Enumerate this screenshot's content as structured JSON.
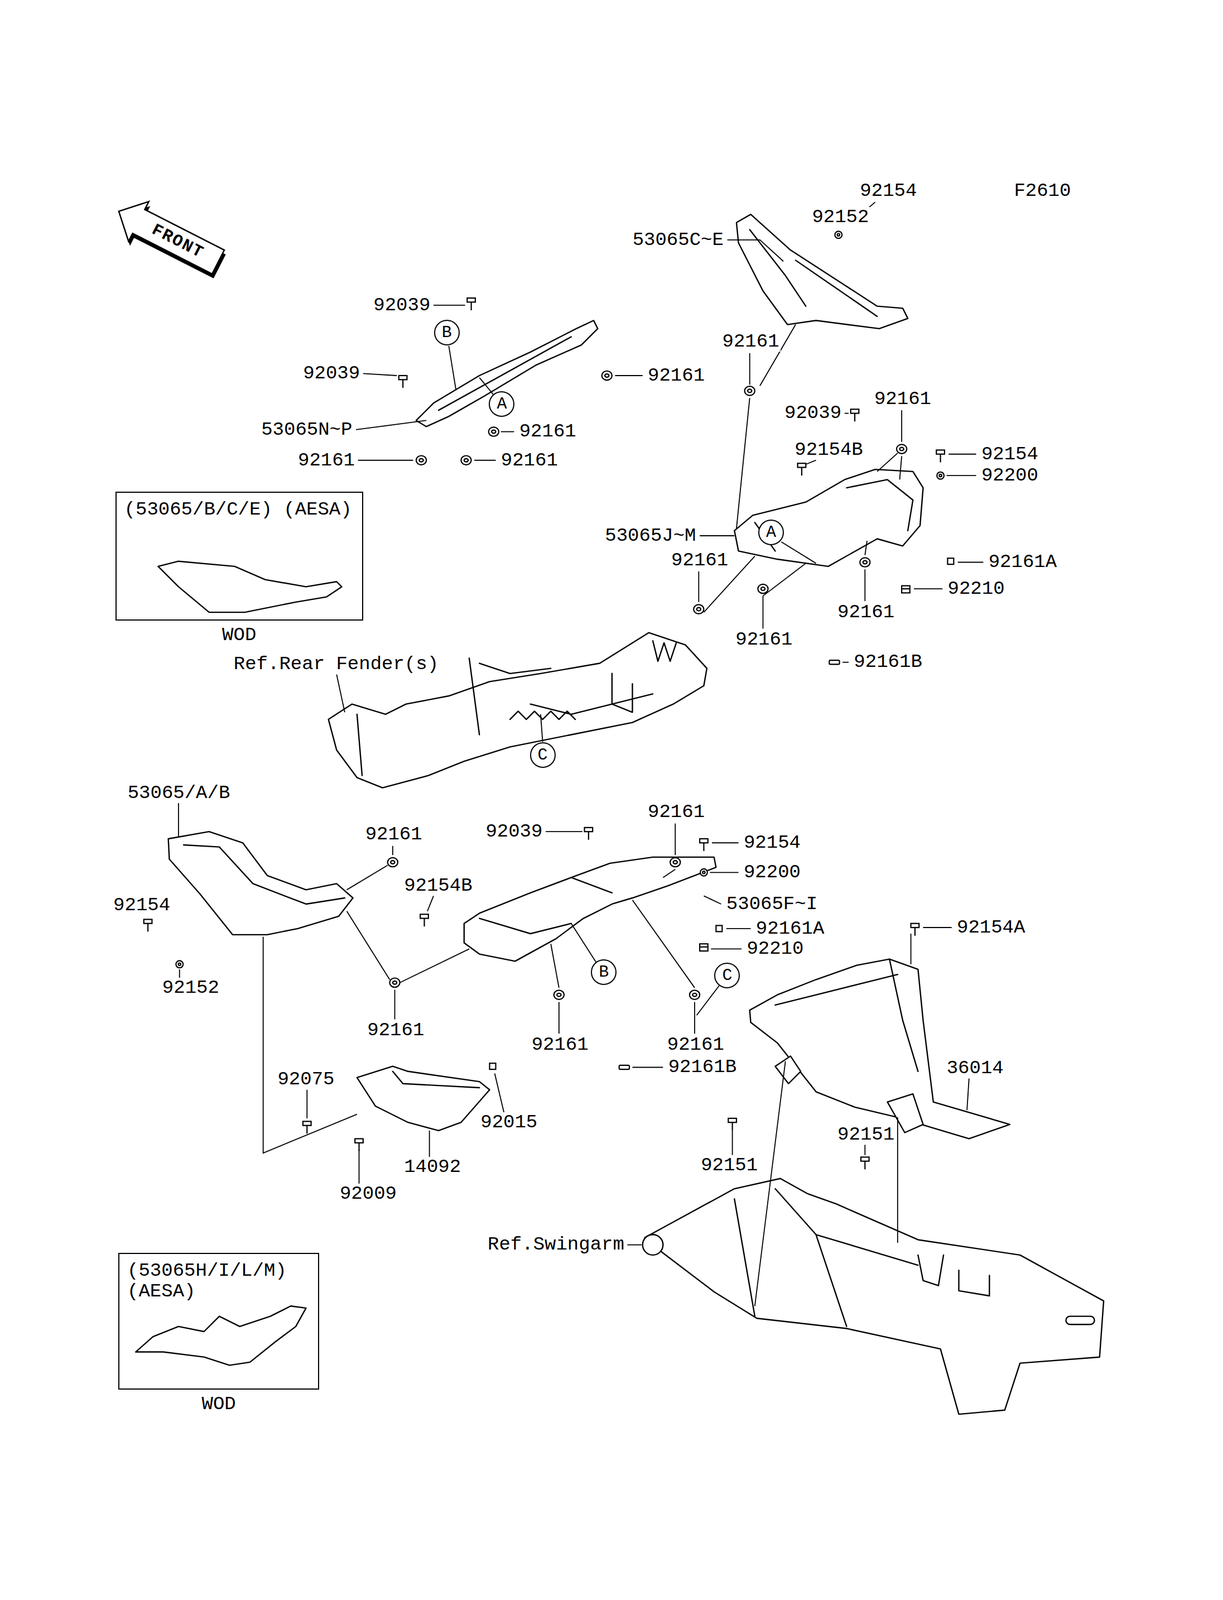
{
  "diagram": {
    "nodes": [
      {
        "text": [
          "FRONT"
        ]
      },
      {
        "text": [
          "B"
        ]
      },
      {
        "text": [
          "A"
        ]
      },
      {
        "text": [
          "(53065/B/C/E) (AESA)",
          "WOD"
        ]
      },
      {
        "text": [
          "A"
        ]
      },
      {
        "text": [
          "C"
        ]
      },
      {
        "text": [
          "B"
        ]
      },
      {
        "text": [
          "C"
        ]
      },
      {
        "text": [
          "(53065H/I/L/M) (AESA)",
          "WOD"
        ]
      }
    ],
    "labels": [
      "F2610",
      "92154",
      "92152",
      "53065C~E",
      "92039",
      "92161",
      "92039",
      "92161",
      "92161",
      "92039",
      "53065N~P",
      "92161",
      "92154B",
      "92154",
      "92161",
      "92161",
      "92200",
      "53065J~M",
      "92161",
      "92161A",
      "92210",
      "92161",
      "92161",
      "92161B",
      "Ref.Rear Fender(s)",
      "53065/A/B",
      "92161",
      "92039",
      "92161",
      "92154",
      "92200",
      "92154B",
      "53065F~I",
      "92154",
      "92154A",
      "92161A",
      "92210",
      "92152",
      "92161",
      "92161",
      "92161",
      "92161B",
      "36014",
      "92075",
      "92015",
      "92151",
      "92151",
      "14092",
      "92009",
      "Ref.Swingarm"
    ]
  }
}
